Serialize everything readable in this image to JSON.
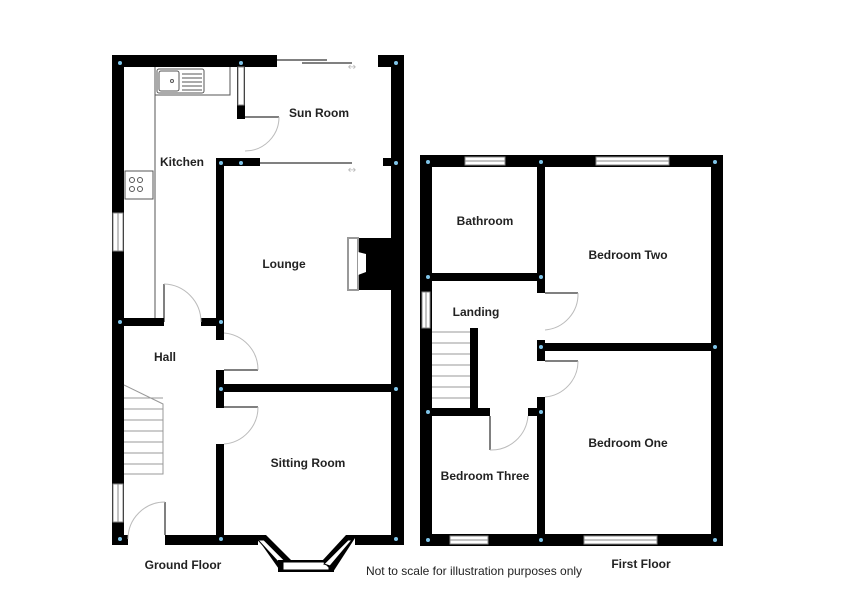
{
  "plan": {
    "colors": {
      "wall": "#000000",
      "node": "#7fc4e8",
      "door_arc": "#bbbbbb",
      "window": "#888888",
      "fixture": "#555555"
    },
    "ground_floor": {
      "title": "Ground Floor",
      "rooms": {
        "kitchen": "Kitchen",
        "sun_room": "Sun Room",
        "lounge": "Lounge",
        "hall": "Hall",
        "sitting_room": "Sitting Room"
      }
    },
    "first_floor": {
      "title": "First Floor",
      "rooms": {
        "bathroom": "Bathroom",
        "bedroom_two": "Bedroom Two",
        "landing": "Landing",
        "bedroom_one": "Bedroom One",
        "bedroom_three": "Bedroom Three"
      }
    },
    "disclaimer": "Not to scale for illustration purposes only"
  }
}
